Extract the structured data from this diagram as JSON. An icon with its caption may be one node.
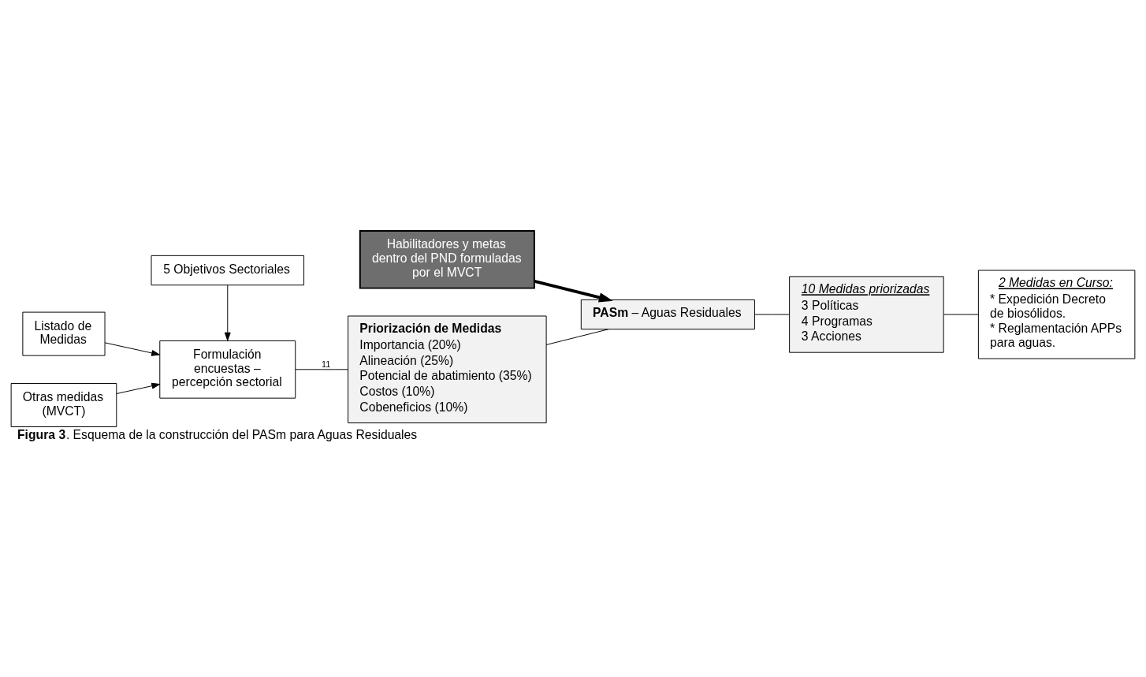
{
  "diagram": {
    "caption": "**Figura 3**. Esquema de la construcción del PASm para Aguas Residuales",
    "nodes": [
      {
        "text": [
          "5 Objetivos Sectoriales"
        ]
      },
      {
        "text": [
          "Listado de Medidas"
        ]
      },
      {
        "text": [
          "Otras medidas (MVCT)"
        ]
      },
      {
        "text": [
          "Formulación encuestas – percepción sectorial"
        ]
      },
      {
        "text": [
          "Priorización de Medidas",
          "Importancia (20%)",
          "Alineación (25%)",
          "Potencial de abatimiento (35%)",
          "Costos (10%)",
          "Cobeneficios (10%)"
        ]
      },
      {
        "text": [
          "Habilitadores y metas dentro del PND formuladas por el MVCT"
        ]
      },
      {
        "text": [
          "**PASm** – Aguas Residuales"
        ]
      },
      {
        "text": [
          "10 Medidas priorizadas",
          "3 Políticas",
          "4 Programas",
          "3 Acciones"
        ]
      },
      {
        "text": [
          "2 Medidas en Curso:",
          "* Expedición Decreto de biosólidos.",
          "* Reglamentación APPs para aguas."
        ]
      }
    ],
    "edges": [
      {
        "from": 0,
        "to": 3,
        "arrow": "to"
      },
      {
        "from": 1,
        "to": 3,
        "arrow": "to"
      },
      {
        "from": 2,
        "to": 3,
        "arrow": "to"
      },
      {
        "from": 3,
        "to": 4,
        "arrow": "none",
        "label": "11"
      },
      {
        "from": 4,
        "to": 6,
        "arrow": "none"
      },
      {
        "from": 5,
        "to": 6,
        "arrow": "to",
        "style": "thick"
      },
      {
        "from": 6,
        "to": 7,
        "arrow": "none"
      },
      {
        "from": 7,
        "to": 8,
        "arrow": "none"
      }
    ]
  }
}
